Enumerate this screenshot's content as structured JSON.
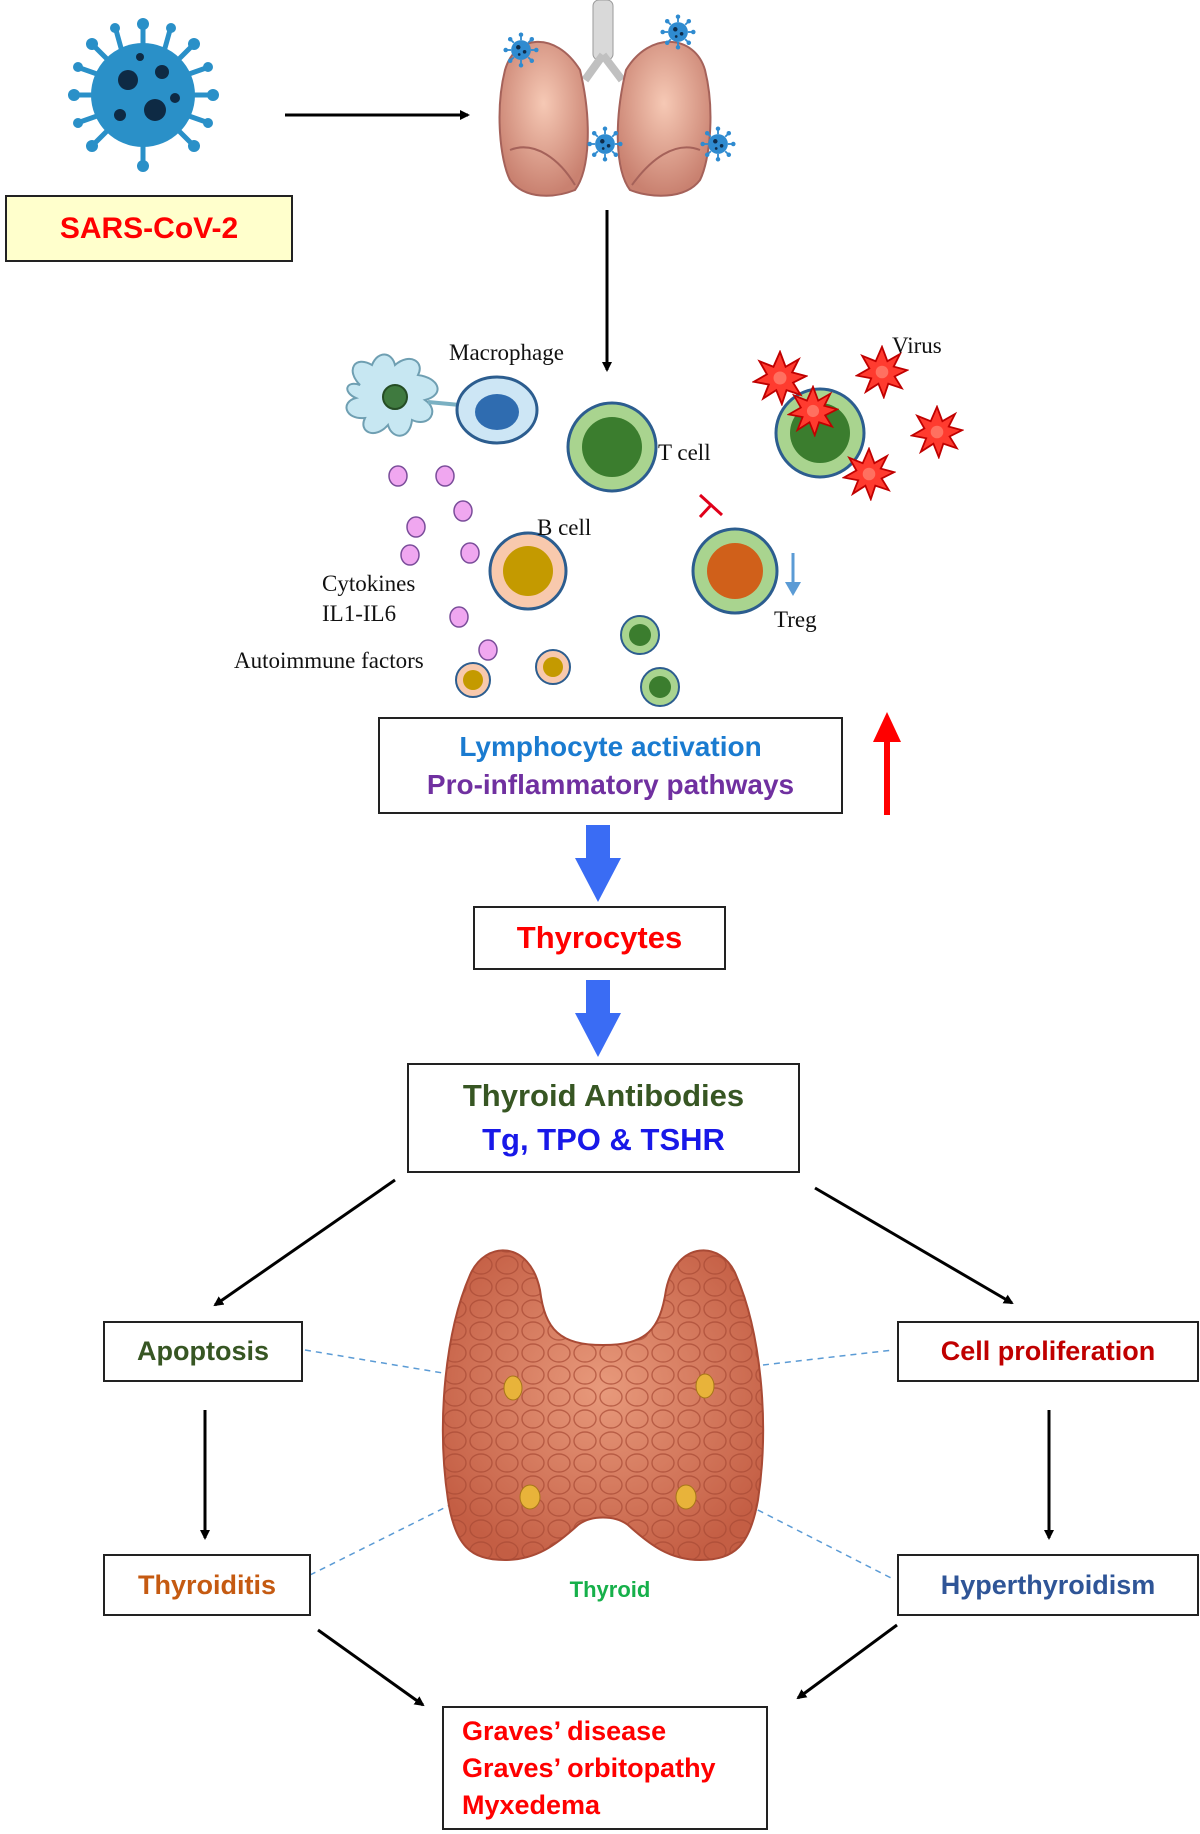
{
  "source_box": {
    "label": "SARS-CoV-2"
  },
  "cell_labels": {
    "macrophage": "Macrophage",
    "virus": "Virus",
    "t_cell": "T cell",
    "b_cell": "B cell",
    "treg": "Treg",
    "cytokines_line1": "Cytokines",
    "cytokines_line2": "IL1-IL6",
    "autoimmune": "Autoimmune factors"
  },
  "activation_box": {
    "line1": "Lymphocyte activation",
    "line2": "Pro-inflammatory pathways"
  },
  "thyrocytes_box": {
    "label": "Thyrocytes"
  },
  "antibodies_box": {
    "line1": "Thyroid Antibodies",
    "line2": "Tg, TPO & TSHR"
  },
  "apoptosis_box": {
    "label": "Apoptosis"
  },
  "proliferation_box": {
    "label": "Cell proliferation"
  },
  "thyroiditis_box": {
    "label": "Thyroiditis"
  },
  "hyperthyroidism_box": {
    "label": "Hyperthyroidism"
  },
  "thyroid_label": "Thyroid",
  "outcomes_box": {
    "items": [
      "Graves’ disease",
      "Graves’ orbitopathy",
      "Myxedema"
    ]
  },
  "colors": {
    "red": "#ff0000",
    "dark_red": "#c00000",
    "blue_arrow": "#3a6cf4",
    "activation_blue": "#1a7bd0",
    "purple": "#7030a0",
    "dark_green": "#375623",
    "tsh_blue": "#1818e8",
    "orange": "#c55a11",
    "navy": "#2f5597",
    "thyroid_green": "#16b04a",
    "source_fill": "#ffffcc"
  },
  "icons": [
    "virus-icon",
    "lungs-icon",
    "dendritic-cell-icon",
    "macrophage-icon",
    "t-cell-icon",
    "infected-cell-icon",
    "b-cell-icon",
    "treg-cell-icon",
    "thyroid-gland-icon"
  ]
}
